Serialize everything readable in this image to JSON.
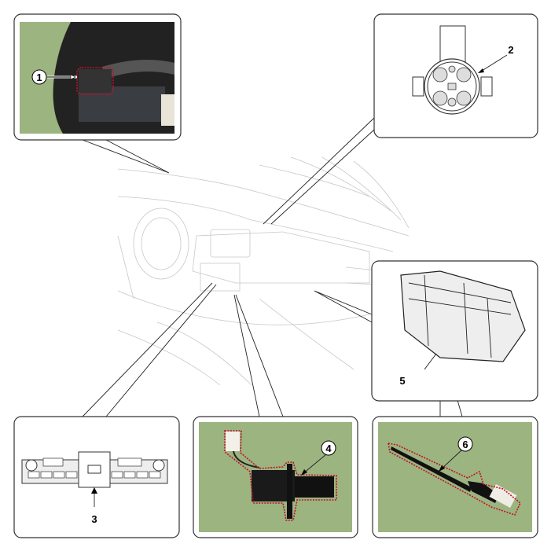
{
  "diagram": {
    "callouts": [
      {
        "id": "1",
        "label": "1"
      },
      {
        "id": "2",
        "label": "2"
      },
      {
        "id": "3",
        "label": "3"
      },
      {
        "id": "4",
        "label": "4"
      },
      {
        "id": "5",
        "label": "5"
      },
      {
        "id": "6",
        "label": "6"
      }
    ],
    "colors": {
      "photo_background": "#9cb480",
      "highlight_outline": "#c0102a"
    }
  }
}
